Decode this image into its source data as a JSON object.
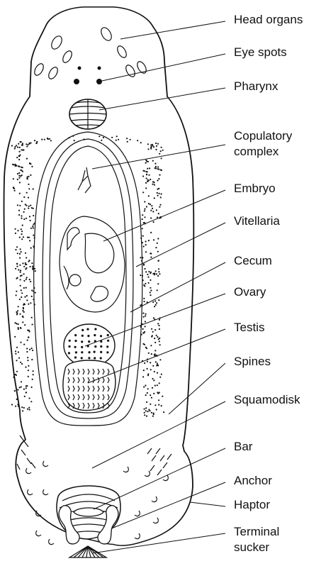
{
  "diagram": {
    "labels": [
      {
        "id": "head-organs",
        "text": "Head organs"
      },
      {
        "id": "eye-spots",
        "text": "Eye spots"
      },
      {
        "id": "pharynx",
        "text": "Pharynx"
      },
      {
        "id": "copulatory-complex",
        "line1": "Copulatory",
        "line2": "complex"
      },
      {
        "id": "embryo",
        "text": "Embryo"
      },
      {
        "id": "vitellaria",
        "text": "Vitellaria"
      },
      {
        "id": "cecum",
        "text": "Cecum"
      },
      {
        "id": "ovary",
        "text": "Ovary"
      },
      {
        "id": "testis",
        "text": "Testis"
      },
      {
        "id": "spines",
        "text": "Spines"
      },
      {
        "id": "squamodisk",
        "text": "Squamodisk"
      },
      {
        "id": "bar",
        "text": "Bar"
      },
      {
        "id": "anchor",
        "text": "Anchor"
      },
      {
        "id": "haptor",
        "text": "Haptor"
      },
      {
        "id": "terminal-sucker",
        "line1": "Terminal",
        "line2": "sucker"
      }
    ],
    "colors": {
      "ink": "#111111",
      "paper": "#ffffff"
    }
  }
}
